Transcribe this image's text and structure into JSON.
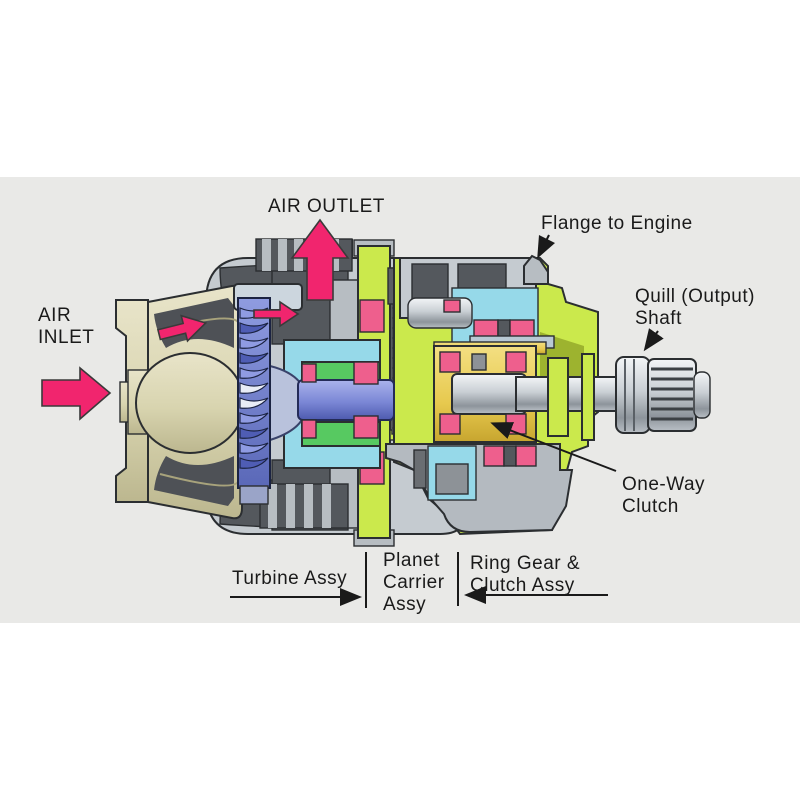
{
  "callouts": {
    "air_inlet": {
      "line1": "AIR",
      "line2": "INLET"
    },
    "air_outlet": {
      "label": "AIR OUTLET"
    },
    "flange_to_engine": {
      "label": "Flange to Engine"
    },
    "quill_shaft": {
      "line1": "Quill (Output)",
      "line2": "Shaft"
    },
    "one_way_clutch": {
      "line1": "One-Way",
      "line2": "Clutch"
    },
    "turbine_assy": {
      "label": "Turbine Assy"
    },
    "planet_carrier_assy": {
      "line1": "Planet",
      "line2": "Carrier",
      "line3": "Assy"
    },
    "ring_gear_clutch_assy": {
      "line1": "Ring Gear &",
      "line2": "Clutch Assy"
    }
  },
  "colors": {
    "background_band": "#e9e9e7",
    "flow_arrow_pink": "#f1256e",
    "bearing_pink": "#ee5f8d",
    "inlet_housing_tan": "#d8d4af",
    "turbine_blade_blue": "#7c89d4",
    "turbine_shaft_purple": "#8791da",
    "bearing_green": "#57c961",
    "carrier_cyan": "#96d9e9",
    "ring_gear_chartreuse": "#cbe94c",
    "clutch_gold": "#e7c94e",
    "housing_light_gray": "#c5cbd0",
    "housing_dark_gray": "#54585d",
    "label_text": "#1a1a1a"
  }
}
